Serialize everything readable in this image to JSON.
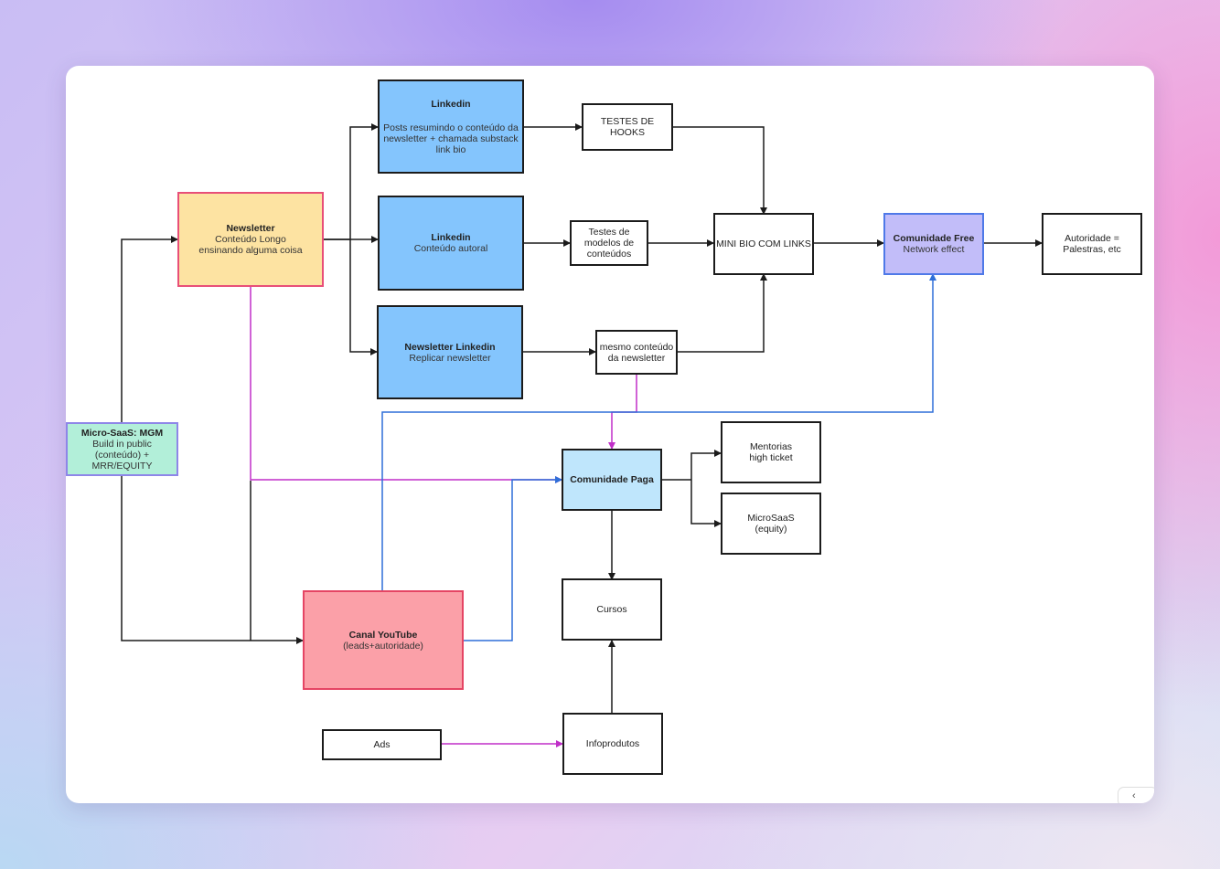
{
  "nodes": {
    "linkedin_posts": {
      "title": "Linkedin",
      "subtitle": "Posts resumindo o conteúdo da newsletter + chamada substack link bio"
    },
    "testes_hooks": {
      "label": "TESTES DE HOOKS"
    },
    "newsletter": {
      "title": "Newsletter",
      "subtitle": "Conteúdo Longo ensinando alguma coisa"
    },
    "linkedin_autoral": {
      "title": "Linkedin",
      "subtitle": "Conteúdo autoral"
    },
    "testes_modelos": {
      "label": "Testes de modelos de conteúdos"
    },
    "mini_bio": {
      "label": "MINI BIO COM LINKS"
    },
    "comunidade_free": {
      "title": "Comunidade Free",
      "subtitle": "Network effect"
    },
    "autoridade": {
      "label": "Autoridade = Palestras, etc"
    },
    "newsletter_linkedin": {
      "title": "Newsletter Linkedin",
      "subtitle": "Replicar newsletter"
    },
    "mesmo_conteudo": {
      "label": "mesmo conteúdo da newsletter"
    },
    "micro_saas": {
      "title": "Micro-SaaS: MGM",
      "subtitle": "Build in public (conteúdo) + MRR/EQUITY"
    },
    "mentorias": {
      "label": "Mentorias high ticket"
    },
    "comunidade_paga": {
      "title": "Comunidade Paga"
    },
    "microsaas_equity": {
      "label": "MicroSaaS (equity)"
    },
    "cursos": {
      "label": "Cursos"
    },
    "canal_youtube": {
      "title": "Canal YouTube",
      "subtitle": "(leads+autoridade)"
    },
    "ads": {
      "label": "Ads"
    },
    "infoprodutos": {
      "label": "Infoprodutos"
    }
  },
  "colors": {
    "connector_default": "#1b1b1b",
    "connector_magenta": "#c02fc8",
    "connector_blue": "#2f6fd8",
    "fill_blue": "#84c5fd",
    "fill_yellow": "#fde3a2",
    "fill_pink": "#fba0a8",
    "fill_green": "#b2efd9",
    "fill_lavender": "#c2bdf9",
    "fill_lightblue": "#bfe6fc"
  },
  "corner_tab": {
    "glyph": "‹"
  }
}
